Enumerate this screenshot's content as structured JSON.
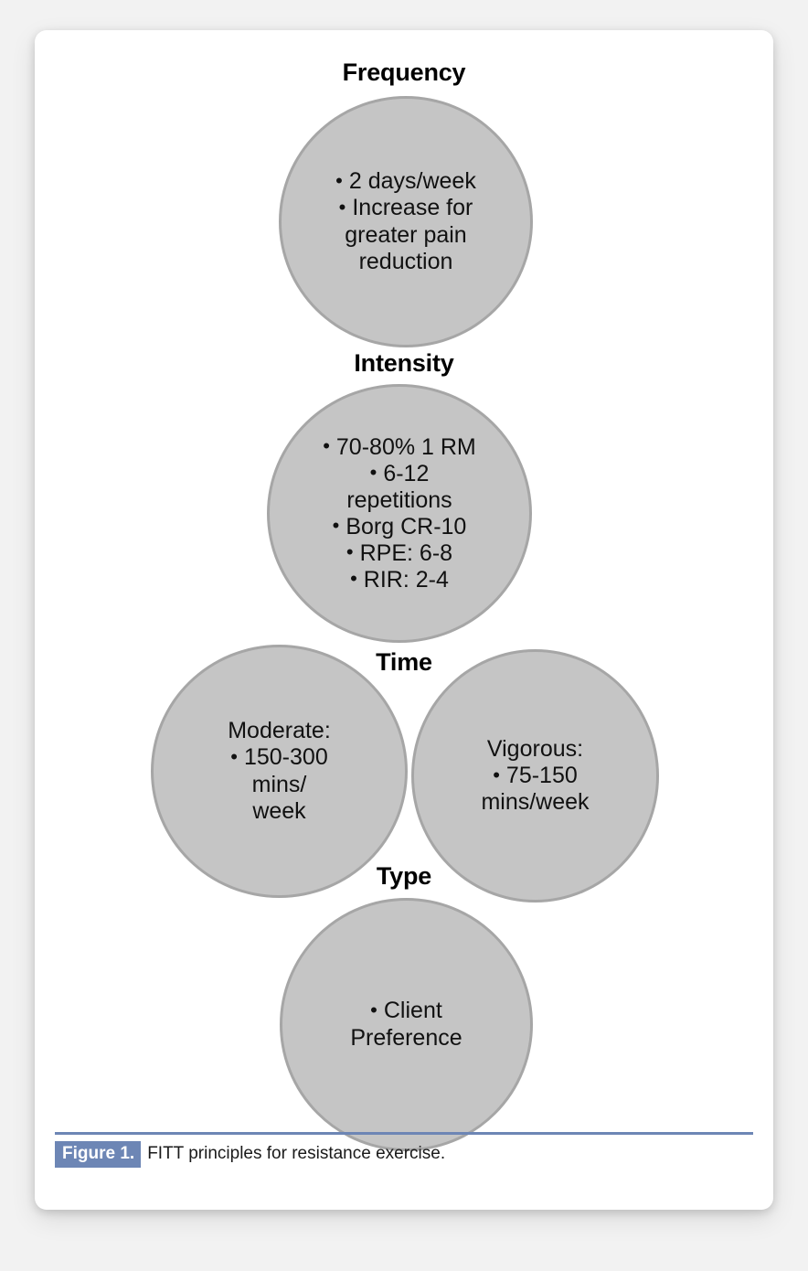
{
  "figure": {
    "title": "FITT principles for resistance exercise",
    "sections": [
      {
        "heading": "Frequency",
        "circles": [
          {
            "name": "frequency",
            "lines": [
              {
                "bullet": true,
                "text": "2 days/week"
              },
              {
                "bullet": true,
                "text": "Increase for"
              },
              {
                "bullet": false,
                "text": "greater pain"
              },
              {
                "bullet": false,
                "text": "reduction"
              }
            ]
          }
        ]
      },
      {
        "heading": "Intensity",
        "circles": [
          {
            "name": "intensity",
            "lines": [
              {
                "bullet": true,
                "text": "70-80% 1 RM"
              },
              {
                "bullet": true,
                "text": "6-12"
              },
              {
                "bullet": false,
                "text": "repetitions"
              },
              {
                "bullet": true,
                "text": "Borg CR-10"
              },
              {
                "bullet": true,
                "text": "RPE: 6-8"
              },
              {
                "bullet": true,
                "text": "RIR: 2-4"
              }
            ]
          }
        ]
      },
      {
        "heading": "Time",
        "circles": [
          {
            "name": "moderate",
            "lines": [
              {
                "bullet": false,
                "text": "Moderate:"
              },
              {
                "bullet": true,
                "text": "150-300"
              },
              {
                "bullet": false,
                "text": "mins/"
              },
              {
                "bullet": false,
                "text": "week"
              }
            ]
          },
          {
            "name": "vigorous",
            "lines": [
              {
                "bullet": false,
                "text": "Vigorous:"
              },
              {
                "bullet": true,
                "text": "75-150"
              },
              {
                "bullet": false,
                "text": "mins/week"
              }
            ]
          }
        ]
      },
      {
        "heading": "Type",
        "circles": [
          {
            "name": "type",
            "lines": [
              {
                "bullet": true,
                "text": "Client"
              },
              {
                "bullet": false,
                "text": "Preference"
              }
            ]
          }
        ]
      }
    ]
  },
  "headings": {
    "frequency": "Frequency",
    "intensity": "Intensity",
    "time": "Time",
    "type": "Type"
  },
  "circles": {
    "frequency": {
      "l0": "2 days/week",
      "l1": "Increase for",
      "l2": "greater pain",
      "l3": "reduction"
    },
    "intensity": {
      "l0": "70-80% 1 RM",
      "l1": "6-12",
      "l2": "repetitions",
      "l3": "Borg CR-10",
      "l4": "RPE: 6-8",
      "l5": "RIR: 2-4"
    },
    "moderate": {
      "l0": "Moderate:",
      "l1": "150-300",
      "l2": "mins/",
      "l3": "week"
    },
    "vigorous": {
      "l0": "Vigorous:",
      "l1": "75-150",
      "l2": "mins/week"
    },
    "type": {
      "l0": "Client",
      "l1": "Preference"
    }
  },
  "bullet_glyph": "•",
  "caption": {
    "label": "Figure 1.",
    "text": "FITT principles for resistance exercise."
  },
  "colors": {
    "circle_fill": "#c5c5c5",
    "circle_stroke": "#a6a6a6",
    "caption_accent": "#6d86b5",
    "card_background": "#ffffff",
    "page_background": "#f2f2f2",
    "text": "#111111"
  }
}
